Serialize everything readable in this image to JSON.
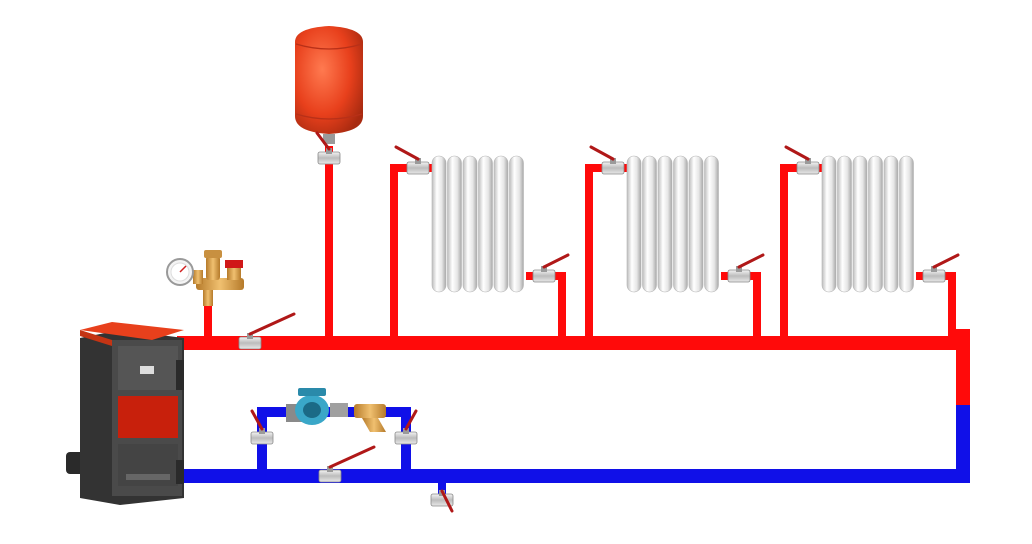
{
  "diagram": {
    "kind": "heating-system-schematic",
    "colors": {
      "supply": "#ff0a0a",
      "return": "#1010e8",
      "boiler_body": "#3a3a3a",
      "boiler_top": "#e8401c",
      "boiler_window": "#c8200c",
      "tank": "#e8401c",
      "radiator": "#e4e4e4",
      "valve_handle": "#b01818",
      "brass": "#d9a24a",
      "pump": "#3aa7c8"
    },
    "components": [
      {
        "id": "boiler",
        "icon": "boiler-icon"
      },
      {
        "id": "expansion-tank",
        "icon": "expansion-tank-icon"
      },
      {
        "id": "safety-group",
        "icon": "pressure-gauge-icon"
      },
      {
        "id": "radiator-1",
        "icon": "radiator-icon"
      },
      {
        "id": "radiator-2",
        "icon": "radiator-icon"
      },
      {
        "id": "radiator-3",
        "icon": "radiator-icon"
      },
      {
        "id": "circulation-pump",
        "icon": "pump-icon"
      },
      {
        "id": "strainer-filter",
        "icon": "filter-icon"
      },
      {
        "id": "drain-valve",
        "icon": "ball-valve-icon"
      }
    ]
  }
}
